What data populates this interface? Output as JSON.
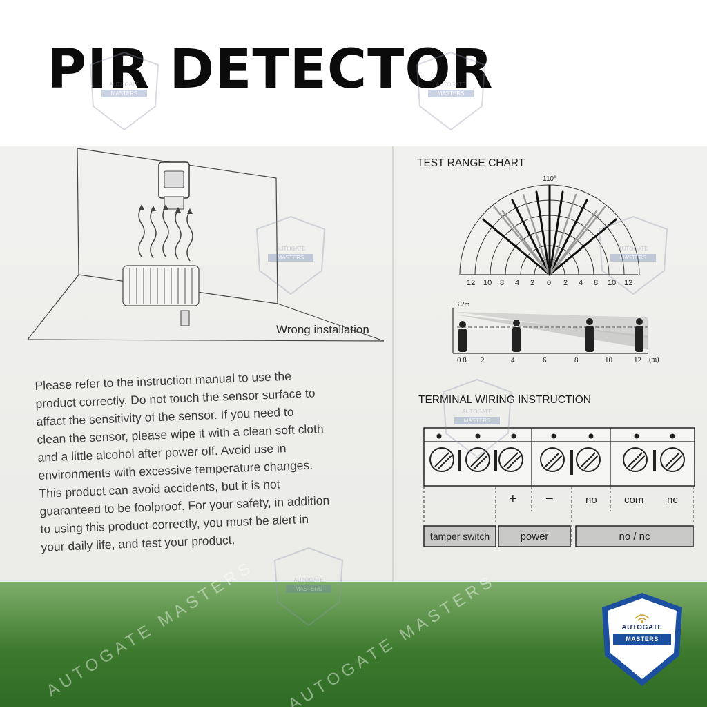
{
  "title": "PIR DETECTOR",
  "left_page": {
    "figure_caption": "Wrong installation",
    "paragraph_lines": [
      "Please refer to the instruction manual to use the",
      "product correctly. Do not touch the sensor surface to",
      "affact the sensitivity of the sensor. If you need to",
      "clean the sensor, please wipe it with a clean soft cloth",
      " and a little alcohol after power off. Avoid use in",
      "environments with excessive temperature changes.",
      "This product can avoid accidents, but it is not",
      "guaranteed to be foolproof. For your safety, in addition",
      "to using this product correctly, you must be alert in",
      "your daily life,  and test your product."
    ]
  },
  "right_page": {
    "range_chart": {
      "heading": "TEST RANGE CHART",
      "angle_label": "110°",
      "scale_labels": [
        "12",
        "10",
        "8",
        "4",
        "2",
        "0",
        "2",
        "4",
        "8",
        "10",
        "12"
      ],
      "height_label": "3.2m",
      "distance_labels": [
        "0.8",
        "2",
        "4",
        "6",
        "8",
        "10",
        "12",
        "(m)"
      ]
    },
    "wiring": {
      "heading": "TERMINAL WIRING INSTRUCTION",
      "terminal_labels": [
        "+",
        "−",
        "no",
        "com",
        "nc"
      ],
      "group_labels": [
        "tamper switch",
        "power",
        "no / nc"
      ]
    }
  },
  "watermark": {
    "brand_top": "AUTOGATE",
    "brand_bottom": "MASTERS",
    "diagonal_text": "AUTOGATE MASTERS"
  },
  "colors": {
    "brand_blue": "#1d4fa0",
    "green_band": "#3d7a2e",
    "paper": "#ececea"
  }
}
